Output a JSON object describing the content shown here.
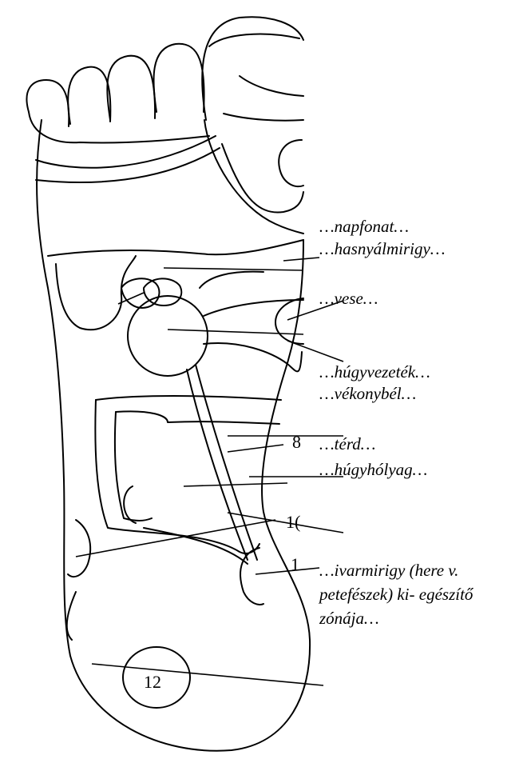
{
  "labels": {
    "napfonat": "…napfonat…",
    "hasnyalmirigy": "…hasnyálmirigy…",
    "vese": "…vese…",
    "hugyvezetek": "…húgyvezeték…",
    "vekonybel": "…vékonybél…",
    "terd": "…térd…",
    "hugyholyag": "…húgyhólyag…",
    "ivarmirigy_line1": "…ivarmirigy (here v.",
    "ivarmirigy_line2": "petefészek) ki- egészítő",
    "ivarmirigy_line3": "zónája…"
  },
  "numbers": {
    "n8": "8",
    "n10": "1(",
    "n1": "1",
    "n12": "12"
  }
}
